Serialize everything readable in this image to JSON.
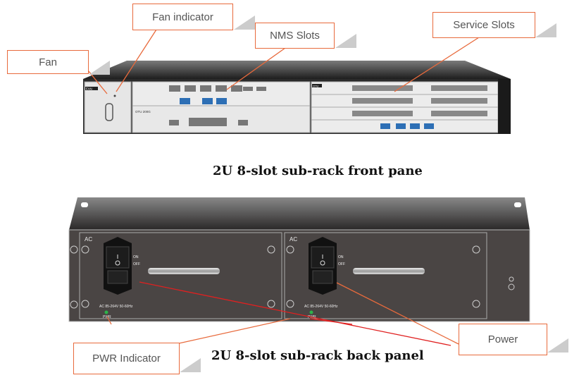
{
  "callouts": {
    "fan": "Fan",
    "fan_indicator": "Fan indicator",
    "nms_slots": "NMS Slots",
    "service_slots": "Service Slots",
    "power": "Power",
    "pwr_indicator": "PWR Indicator"
  },
  "captions": {
    "front": "2U 8-slot sub-rack front pane",
    "back": "2U 8-slot sub-rack back panel"
  },
  "front_panel": {
    "fan_label": "FAN",
    "service_card_label": "OTU",
    "nms_card_label": "OTU 200G"
  },
  "back_panel": {
    "modules": [
      {
        "label": "AC",
        "on": "ON",
        "off": "OFF",
        "rating": "AC 85-264V 50-60Hz",
        "pwr": "PWR"
      },
      {
        "label": "AC",
        "on": "ON",
        "off": "OFF",
        "rating": "AC 85-264V 50-60Hz",
        "pwr": "PWR"
      }
    ]
  },
  "colors": {
    "callout_border": "#e86a3c",
    "leader_red": "#e02020",
    "pwr_led": "#2db34a",
    "chassis": "#4a4544"
  }
}
